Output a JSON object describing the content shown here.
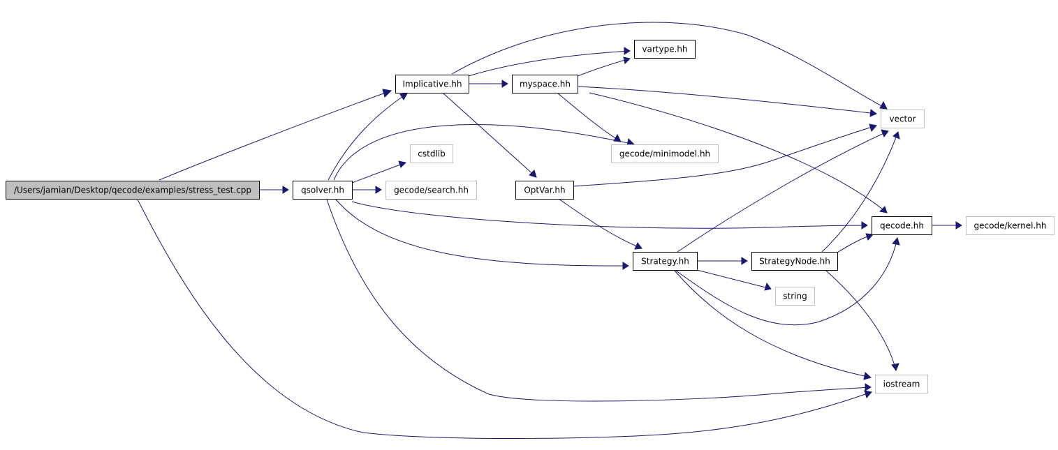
{
  "graph": {
    "edge_color": "#191970",
    "root_fill": "#bfbfbf",
    "external_border": "#bfbfbf",
    "nodes": [
      {
        "id": "root",
        "label": "/Users/jamian/Desktop/qecode/examples/stress_test.cpp",
        "kind": "root"
      },
      {
        "id": "qsolver",
        "label": "qsolver.hh",
        "kind": "local"
      },
      {
        "id": "implicative",
        "label": "Implicative.hh",
        "kind": "local"
      },
      {
        "id": "myspace",
        "label": "myspace.hh",
        "kind": "local"
      },
      {
        "id": "vartype",
        "label": "vartype.hh",
        "kind": "local"
      },
      {
        "id": "vector",
        "label": "vector",
        "kind": "external"
      },
      {
        "id": "cstdlib",
        "label": "cstdlib",
        "kind": "external"
      },
      {
        "id": "minimodel",
        "label": "gecode/minimodel.hh",
        "kind": "external"
      },
      {
        "id": "search",
        "label": "gecode/search.hh",
        "kind": "external"
      },
      {
        "id": "optvar",
        "label": "OptVar.hh",
        "kind": "local"
      },
      {
        "id": "qecodehh",
        "label": "qecode.hh",
        "kind": "local"
      },
      {
        "id": "kernel",
        "label": "gecode/kernel.hh",
        "kind": "external"
      },
      {
        "id": "strategy",
        "label": "Strategy.hh",
        "kind": "local"
      },
      {
        "id": "strategynode",
        "label": "StrategyNode.hh",
        "kind": "local"
      },
      {
        "id": "string",
        "label": "string",
        "kind": "external"
      },
      {
        "id": "iostream",
        "label": "iostream",
        "kind": "external"
      }
    ],
    "edges": [
      {
        "from": "root",
        "to": "implicative"
      },
      {
        "from": "root",
        "to": "qsolver"
      },
      {
        "from": "root",
        "to": "iostream"
      },
      {
        "from": "qsolver",
        "to": "implicative"
      },
      {
        "from": "qsolver",
        "to": "minimodel"
      },
      {
        "from": "qsolver",
        "to": "cstdlib"
      },
      {
        "from": "qsolver",
        "to": "search"
      },
      {
        "from": "qsolver",
        "to": "qecodehh"
      },
      {
        "from": "qsolver",
        "to": "strategy"
      },
      {
        "from": "qsolver",
        "to": "iostream"
      },
      {
        "from": "implicative",
        "to": "vartype"
      },
      {
        "from": "implicative",
        "to": "vector"
      },
      {
        "from": "implicative",
        "to": "myspace"
      },
      {
        "from": "implicative",
        "to": "optvar"
      },
      {
        "from": "myspace",
        "to": "vartype"
      },
      {
        "from": "myspace",
        "to": "vector"
      },
      {
        "from": "myspace",
        "to": "minimodel"
      },
      {
        "from": "myspace",
        "to": "qecodehh"
      },
      {
        "from": "optvar",
        "to": "vector"
      },
      {
        "from": "optvar",
        "to": "strategy"
      },
      {
        "from": "qecodehh",
        "to": "kernel"
      },
      {
        "from": "strategy",
        "to": "vector"
      },
      {
        "from": "strategy",
        "to": "strategynode"
      },
      {
        "from": "strategy",
        "to": "string"
      },
      {
        "from": "strategy",
        "to": "qecodehh"
      },
      {
        "from": "strategy",
        "to": "iostream"
      },
      {
        "from": "strategynode",
        "to": "vector"
      },
      {
        "from": "strategynode",
        "to": "qecodehh"
      },
      {
        "from": "strategynode",
        "to": "iostream"
      }
    ]
  }
}
